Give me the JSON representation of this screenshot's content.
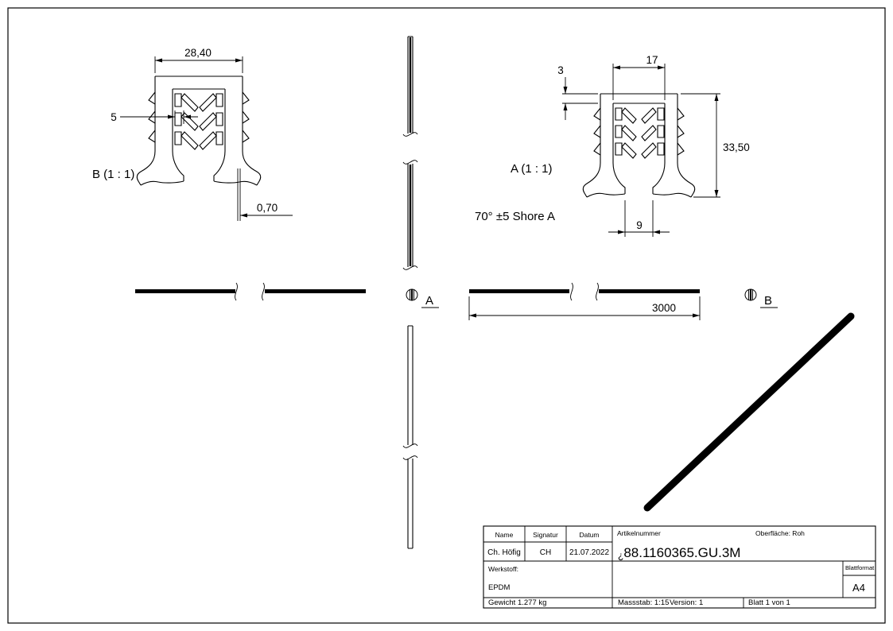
{
  "detail_b": {
    "label": "B (1 : 1)",
    "dim_width": "28,40",
    "dim_slot": "5",
    "dim_gap": "0,70"
  },
  "detail_a": {
    "label": "A (1 : 1)",
    "note": "70° ±5 Shore A",
    "dim_top_thickness": "3",
    "dim_inner_width": "17",
    "dim_height": "33,50",
    "dim_opening": "9"
  },
  "length_view": {
    "dim_length": "3000",
    "callout_a": "A",
    "callout_b": "B"
  },
  "title_block": {
    "header_name": "Name",
    "header_signatur": "Signatur",
    "header_datum": "Datum",
    "header_artikelnummer": "Artikelnummer",
    "oberflaeche": "Oberfläche:  Roh",
    "value_name": "Ch. Höfig",
    "value_signatur": "CH",
    "value_datum": "21.07.2022",
    "artikelnummer_prefix": "¿",
    "artikelnummer": "88.1160365.GU.3M",
    "werkstoff_label": "Werkstoff:",
    "werkstoff_value": "EPDM",
    "gewicht": "Gewicht 1.277 kg",
    "massstab": "Massstab: 1:15",
    "version": "Version: 1",
    "blatt": "Blatt 1 von 1",
    "blattformat_label": "Blattformat",
    "blattformat_value": "A4"
  }
}
